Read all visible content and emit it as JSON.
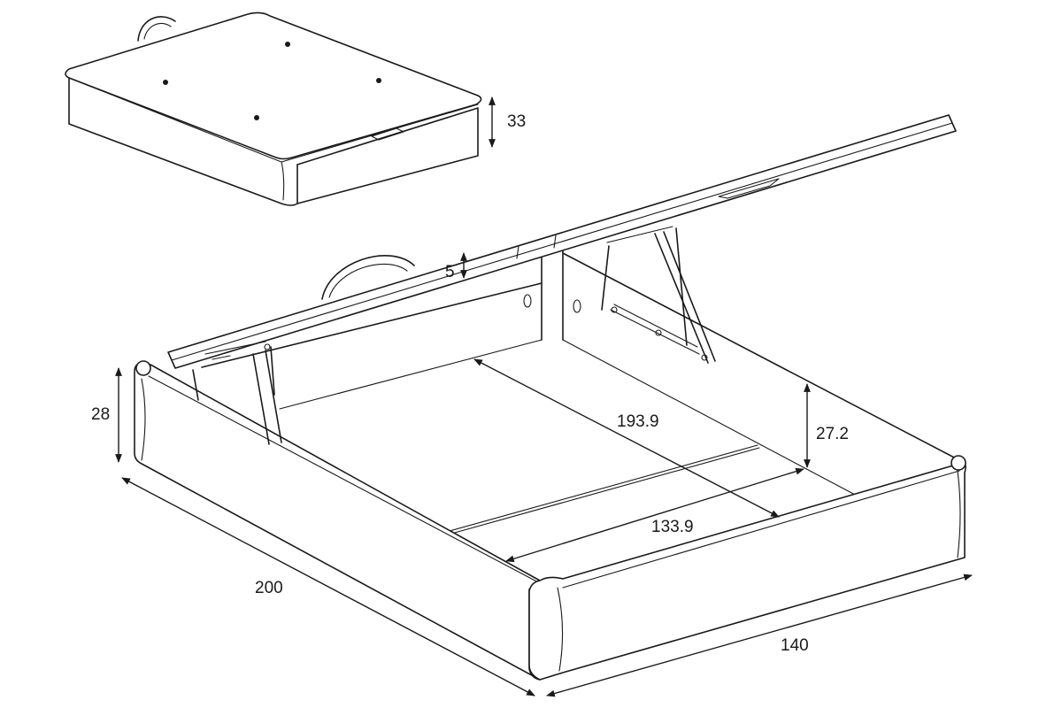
{
  "dimensions": {
    "lid_thickness": "33",
    "lid_gap": "5",
    "frame_height": "28",
    "inner_length": "193.9",
    "inner_depth": "27.2",
    "inner_width": "133.9",
    "outer_length": "200",
    "outer_width": "140"
  }
}
